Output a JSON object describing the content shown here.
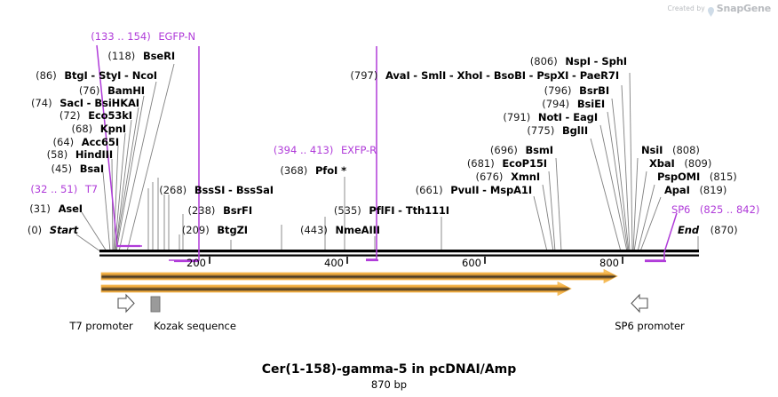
{
  "watermark": {
    "created_by": "Created by",
    "brand": "SnapGene",
    "logo_icon": "snapgene-logo-icon",
    "color": "#b9bcc0"
  },
  "title": "Cer(1-158)-gamma-5 in pcDNAI/Amp",
  "subtitle": "870 bp",
  "sequence": {
    "length_bp": 870,
    "start_label": "Start",
    "start_pos": "(0)",
    "end_label": "End",
    "end_pos": "(870)"
  },
  "colors": {
    "backbone": "#000000",
    "feature": "#b03cd9",
    "orf_fill": "#f6b93b",
    "orf_edge": "#fbd98a",
    "leader": "#808080",
    "kozak": "#808080",
    "text": "#000000"
  },
  "ruler": {
    "ticks": [
      "200",
      "400",
      "600",
      "800"
    ],
    "tick_values": [
      200,
      400,
      600,
      800
    ]
  },
  "left_labels": [
    {
      "pos": "(133 .. 154)",
      "names": [
        "EGFP-N"
      ],
      "type": "feature"
    },
    {
      "pos": "(118)",
      "names": [
        "BseRI"
      ],
      "type": "site"
    },
    {
      "pos": "(86)",
      "names": [
        "BtgI",
        "StyI",
        "NcoI"
      ],
      "type": "site"
    },
    {
      "pos": "(76)",
      "names": [
        "BamHI"
      ],
      "type": "site"
    },
    {
      "pos": "(74)",
      "names": [
        "SacI",
        "BsiHKAI"
      ],
      "type": "site"
    },
    {
      "pos": "(72)",
      "names": [
        "Eco53kI"
      ],
      "type": "site"
    },
    {
      "pos": "(68)",
      "names": [
        "KpnI"
      ],
      "type": "site"
    },
    {
      "pos": "(64)",
      "names": [
        "Acc65I"
      ],
      "type": "site"
    },
    {
      "pos": "(58)",
      "names": [
        "HindIII"
      ],
      "type": "site"
    },
    {
      "pos": "(45)",
      "names": [
        "BsaI"
      ],
      "type": "site"
    },
    {
      "pos": "(32 .. 51)",
      "names": [
        "T7"
      ],
      "type": "feature"
    },
    {
      "pos": "(31)",
      "names": [
        "AseI"
      ],
      "type": "site"
    },
    {
      "pos": "(0)",
      "names": [
        "Start"
      ],
      "type": "terminus"
    }
  ],
  "mid_left_labels": [
    {
      "pos": "(268)",
      "names": [
        "BssSI",
        "BssSaI"
      ],
      "type": "site"
    },
    {
      "pos": "(238)",
      "names": [
        "BsrFI"
      ],
      "type": "site"
    },
    {
      "pos": "(209)",
      "names": [
        "BtgZI"
      ],
      "type": "site"
    }
  ],
  "mid_labels": [
    {
      "pos": "(394 .. 413)",
      "names": [
        "EXFP-R"
      ],
      "type": "feature"
    },
    {
      "pos": "(368)",
      "names": [
        "PfoI *"
      ],
      "type": "site"
    },
    {
      "pos": "(535)",
      "names": [
        "PflFI",
        "Tth111I"
      ],
      "type": "site"
    },
    {
      "pos": "(443)",
      "names": [
        "NmeAIII"
      ],
      "type": "site"
    }
  ],
  "right_labels": [
    {
      "pos": "(797)",
      "names": [
        "AvaI",
        "SmlI",
        "XhoI",
        "BsoBI",
        "PspXI",
        "PaeR7I"
      ],
      "type": "site"
    },
    {
      "pos": "(806)",
      "names": [
        "NspI",
        "SphI"
      ],
      "type": "site"
    },
    {
      "pos": "(796)",
      "names": [
        "BsrBI"
      ],
      "type": "site"
    },
    {
      "pos": "(794)",
      "names": [
        "BsiEI"
      ],
      "type": "site"
    },
    {
      "pos": "(791)",
      "names": [
        "NotI",
        "EagI"
      ],
      "type": "site"
    },
    {
      "pos": "(775)",
      "names": [
        "BglII"
      ],
      "type": "site"
    },
    {
      "pos": "(696)",
      "names": [
        "BsmI"
      ],
      "type": "site"
    },
    {
      "pos": "(681)",
      "names": [
        "EcoP15I"
      ],
      "type": "site"
    },
    {
      "pos": "(676)",
      "names": [
        "XmnI"
      ],
      "type": "site"
    },
    {
      "pos": "(661)",
      "names": [
        "PvuII",
        "MspA1I"
      ],
      "type": "site"
    }
  ],
  "far_right_labels": [
    {
      "names": [
        "NsiI"
      ],
      "pos": "(808)",
      "type": "site"
    },
    {
      "names": [
        "XbaI"
      ],
      "pos": "(809)",
      "type": "site"
    },
    {
      "names": [
        "PspOMI"
      ],
      "pos": "(815)",
      "type": "site"
    },
    {
      "names": [
        "ApaI"
      ],
      "pos": "(819)",
      "type": "site"
    },
    {
      "names": [
        "SP6"
      ],
      "pos": "(825 .. 842)",
      "type": "feature"
    },
    {
      "names": [
        "End"
      ],
      "pos": "(870)",
      "type": "terminus"
    }
  ],
  "legend": [
    {
      "label": "T7 promoter",
      "icon": "promoter-arrow-right-icon"
    },
    {
      "label": "Kozak sequence",
      "icon": "kozak-box-icon"
    },
    {
      "label": "SP6 promoter",
      "icon": "promoter-arrow-left-icon"
    }
  ]
}
